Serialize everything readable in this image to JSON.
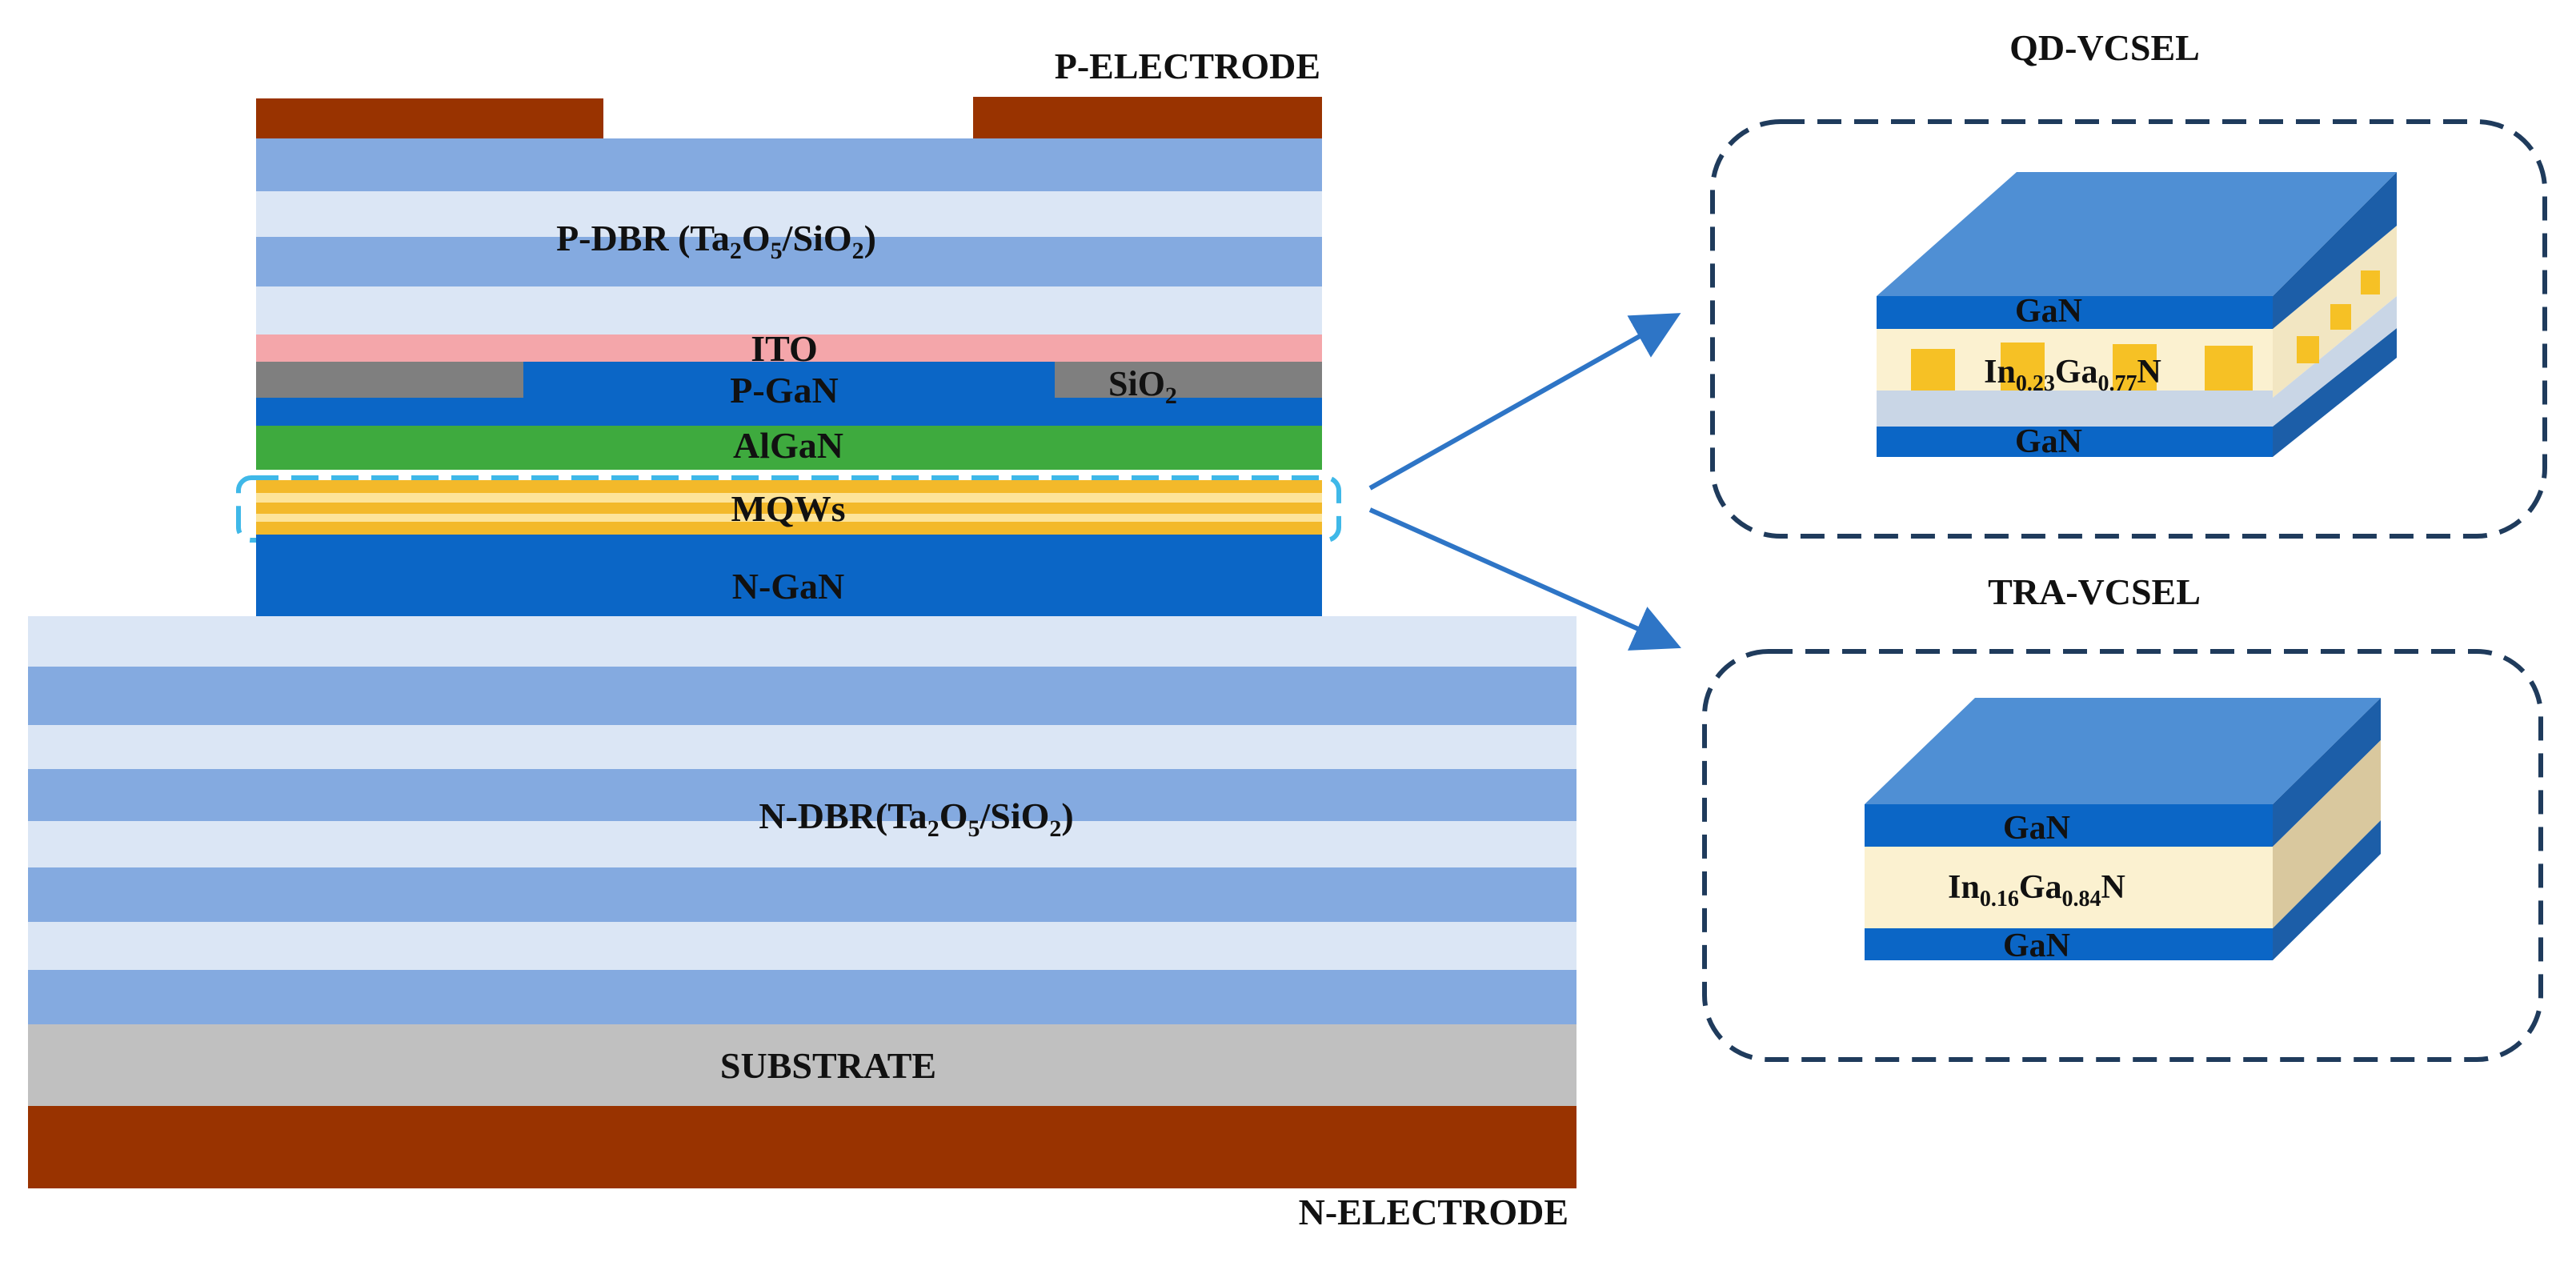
{
  "labels": {
    "p_electrode": "P-ELECTRODE",
    "p_dbr": {
      "a": "P-DBR (Ta",
      "s1": "2",
      "b": "O",
      "s2": "5",
      "c": "/SiO",
      "s3": "2",
      "d": ")"
    },
    "ito": "ITO",
    "p_gan": "P-GaN",
    "sio2": {
      "a": "SiO",
      "s1": "2"
    },
    "algan": "AlGaN",
    "mqws": "MQWs",
    "n_gan": "N-GaN",
    "n_dbr": {
      "a": "N-DBR(Ta",
      "s1": "2",
      "b": "O",
      "s2": "5",
      "c": "/SiO",
      "s3": "2",
      "d": ")"
    },
    "substrate": "SUBSTRATE",
    "n_electrode": "N-ELECTRODE"
  },
  "insets": {
    "qd": {
      "title": "QD-VCSEL",
      "top_gan": "GaN",
      "bottom_gan": "GaN",
      "active": {
        "a": "In",
        "s1": "0.23",
        "b": "Ga",
        "s2": "0.77",
        "c": "N"
      }
    },
    "tra": {
      "title": "TRA-VCSEL",
      "top_gan": "GaN",
      "bottom_gan": "GaN",
      "active": {
        "a": "In",
        "s1": "0.16",
        "b": "Ga",
        "s2": "0.84",
        "c": "N"
      }
    }
  },
  "colors": {
    "electrode": "#993300",
    "dbr_dark": "#84aae0",
    "dbr_light": "#dbe6f5",
    "ito": "#f4a6aa",
    "sio2": "#7f7f7f",
    "gan": "#0b66c6",
    "algan": "#3eaa3e",
    "mqw_gold": "#f3b92a",
    "mqw_light": "#fde49a",
    "substrate": "#c0c0c0",
    "highlight": "#3fb8e8",
    "inset_border": "#1f3b5c",
    "arrow": "#2e75c6",
    "block_top": "#4f8fd4",
    "block_side": "#1c5ea8",
    "active_light": "#fbf1d0",
    "active_side": "#d9c89e",
    "dot": "#f6c125"
  }
}
